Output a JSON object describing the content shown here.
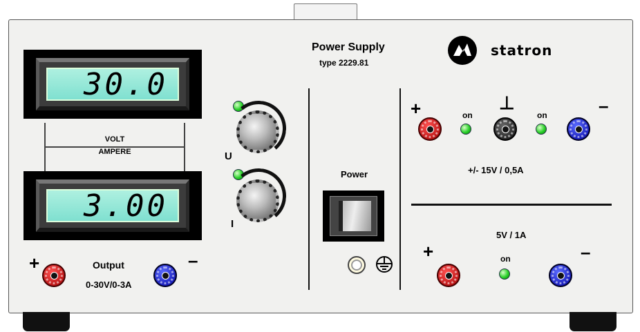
{
  "panel": {
    "title": "Power Supply",
    "type_label": "type  2229.81",
    "brand": "statron",
    "brand_logo_icon": "statron-logo-icon"
  },
  "displays": {
    "voltage_reading": "30.0",
    "current_reading": "3.00",
    "label_volt": "VOLT",
    "label_ampere": "AMPERE",
    "lcd_color": "#9ee9dc"
  },
  "controls": {
    "knob_u_label": "U",
    "knob_i_label": "I",
    "power_label": "Power"
  },
  "main_output": {
    "plus": "+",
    "minus": "–",
    "label": "Output",
    "rating": "0-30V/0-3A"
  },
  "dual_output": {
    "plus": "+",
    "minus": "–",
    "ground": "⊥",
    "on_left": "on",
    "on_right": "on",
    "rating": "+/- 15V / 0,5A"
  },
  "fixed_output": {
    "plus": "+",
    "minus": "–",
    "on": "on",
    "rating": "5V / 1A"
  },
  "colors": {
    "plus_terminal": "#c40000",
    "minus_terminal": "#1a1ad0",
    "ground_terminal": "#222222",
    "led_on": "#28d028",
    "chassis": "#f1f1ef"
  }
}
